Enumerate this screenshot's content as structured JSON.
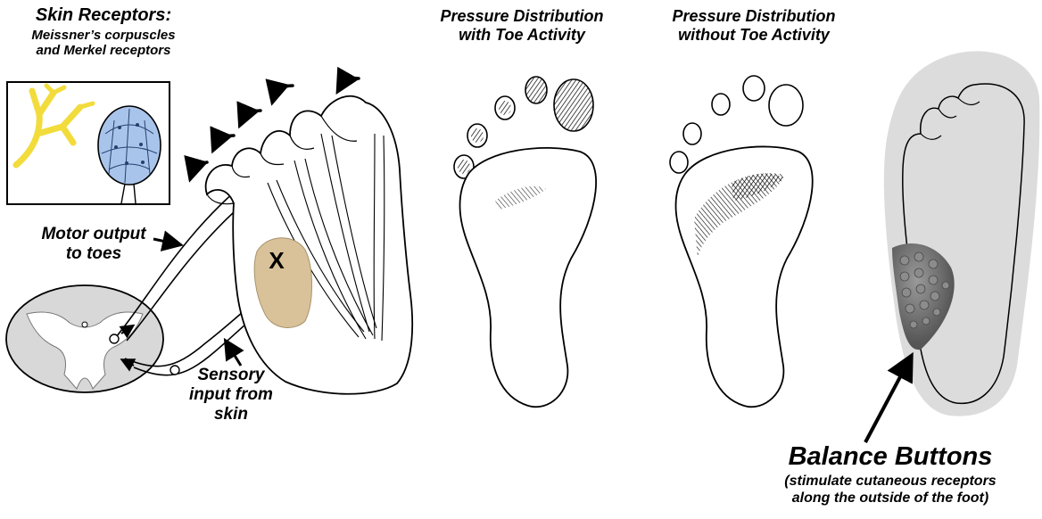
{
  "receptors": {
    "title": "Skin Receptors:",
    "line1": "Meissner’s corpuscles",
    "line2": "and Merkel receptors"
  },
  "motor": {
    "line1": "Motor output",
    "line2": "to toes"
  },
  "sensory": {
    "line1": "Sensory",
    "line2": "input from",
    "line3": "skin"
  },
  "marker": "X",
  "panel_with": {
    "line1": "Pressure Distribution",
    "line2": "with Toe Activity"
  },
  "panel_without": {
    "line1": "Pressure Distribution",
    "line2": "without Toe Activity"
  },
  "balance": {
    "title": "Balance Buttons",
    "line1": "(stimulate cutaneous receptors",
    "line2": "along the outside of the foot)"
  },
  "colors": {
    "ink": "#000000",
    "receptor_yellow": "#f2dc3c",
    "receptor_blue": "#a9c4ea",
    "spinal_gray": "#d8d8d8",
    "tendon_tan": "#d9c29a",
    "insole_gray": "#dcdcdc",
    "button_dark": "#707070"
  }
}
